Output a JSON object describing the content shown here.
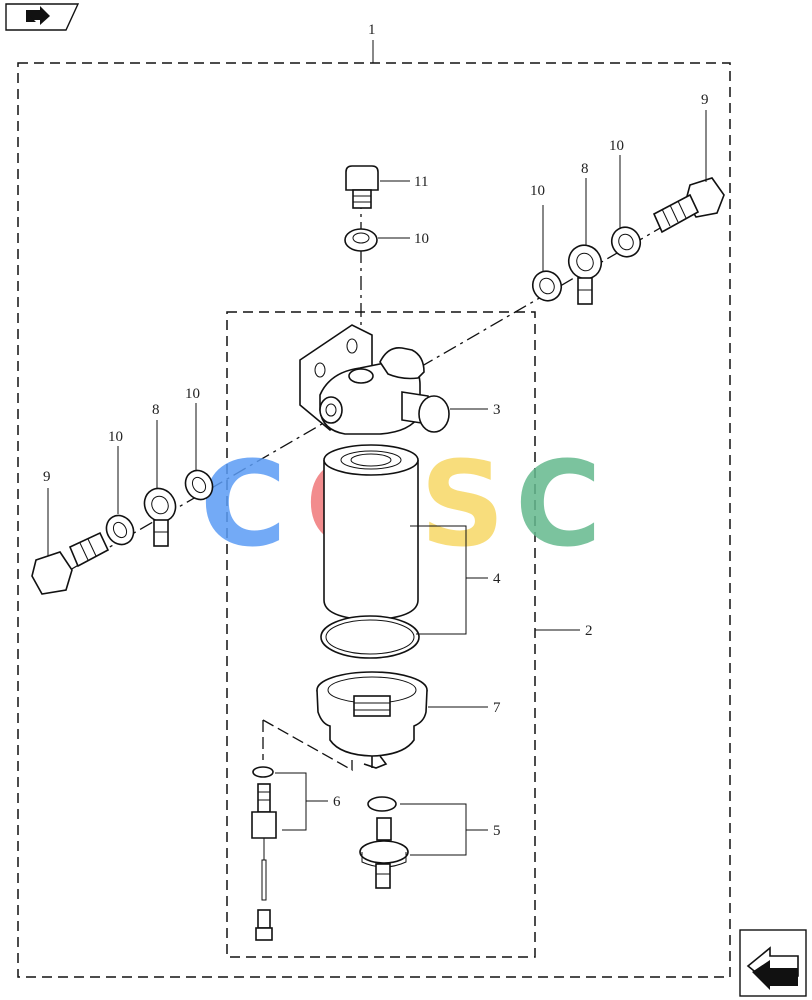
{
  "callouts": {
    "c1": "1",
    "c2": "2",
    "c3": "3",
    "c4": "4",
    "c5": "5",
    "c6": "6",
    "c7": "7",
    "c8a": "8",
    "c8b": "8",
    "c9a": "9",
    "c9b": "9",
    "c10a": "10",
    "c10b": "10",
    "c10c": "10",
    "c10d": "10",
    "c10e": "10",
    "c11": "11"
  },
  "watermark": {
    "letters": [
      "C",
      "G",
      "S",
      "C"
    ],
    "colors": [
      "#5b9cf5",
      "#f0787a",
      "#f7d866",
      "#64b98e"
    ]
  },
  "icons": {
    "top_left": "back-arrow-icon",
    "bottom_right": "forward-arrow-icon"
  }
}
